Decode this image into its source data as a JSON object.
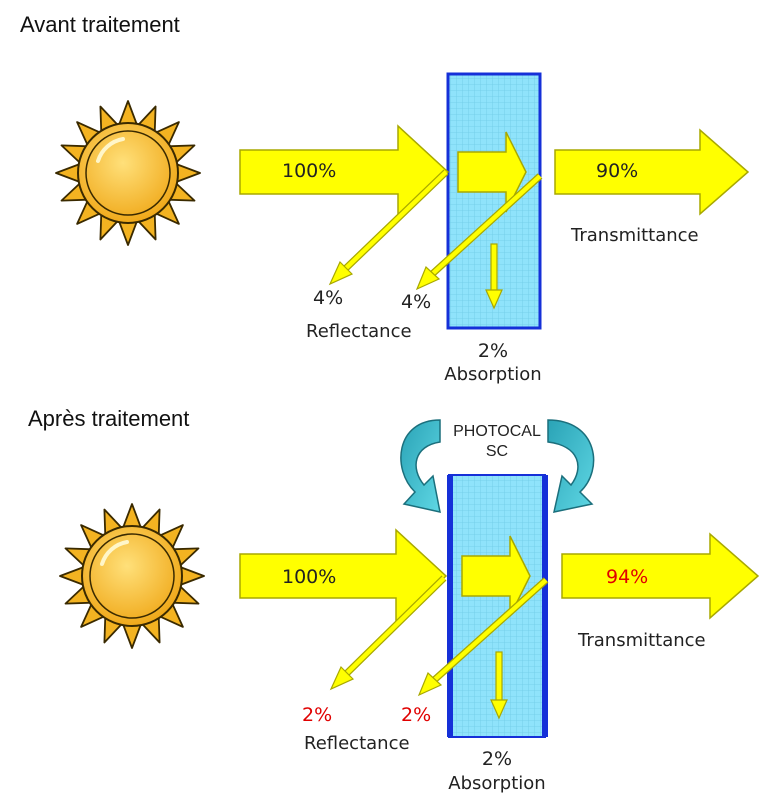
{
  "before": {
    "title": "Avant traitement",
    "incident": "100%",
    "transmitted": "90%",
    "transmittance_label": "Transmittance",
    "reflect_front": "4%",
    "reflect_back": "4%",
    "reflectance_label": "Reflectance",
    "absorbed": "2%",
    "absorption_label": "Absorption"
  },
  "after": {
    "title": "Après traitement",
    "coating_line1": "PHOTOCAL",
    "coating_line2": "SC",
    "incident": "100%",
    "transmitted": "94%",
    "transmittance_label": "Transmittance",
    "reflect_front": "2%",
    "reflect_back": "2%",
    "reflectance_label": "Reflectance",
    "absorbed": "2%",
    "absorption_label": "Absorption"
  },
  "colors": {
    "arrow_fill": "#ffff00",
    "arrow_stroke": "#a8a800",
    "glass_fill": "#8fe3fb",
    "glass_border": "#1530d8",
    "sun_fill": "#f3b321",
    "sun_stroke": "#3a2a00",
    "coating_arrow": "#33b9c9",
    "highlight_text": "#e00000"
  }
}
